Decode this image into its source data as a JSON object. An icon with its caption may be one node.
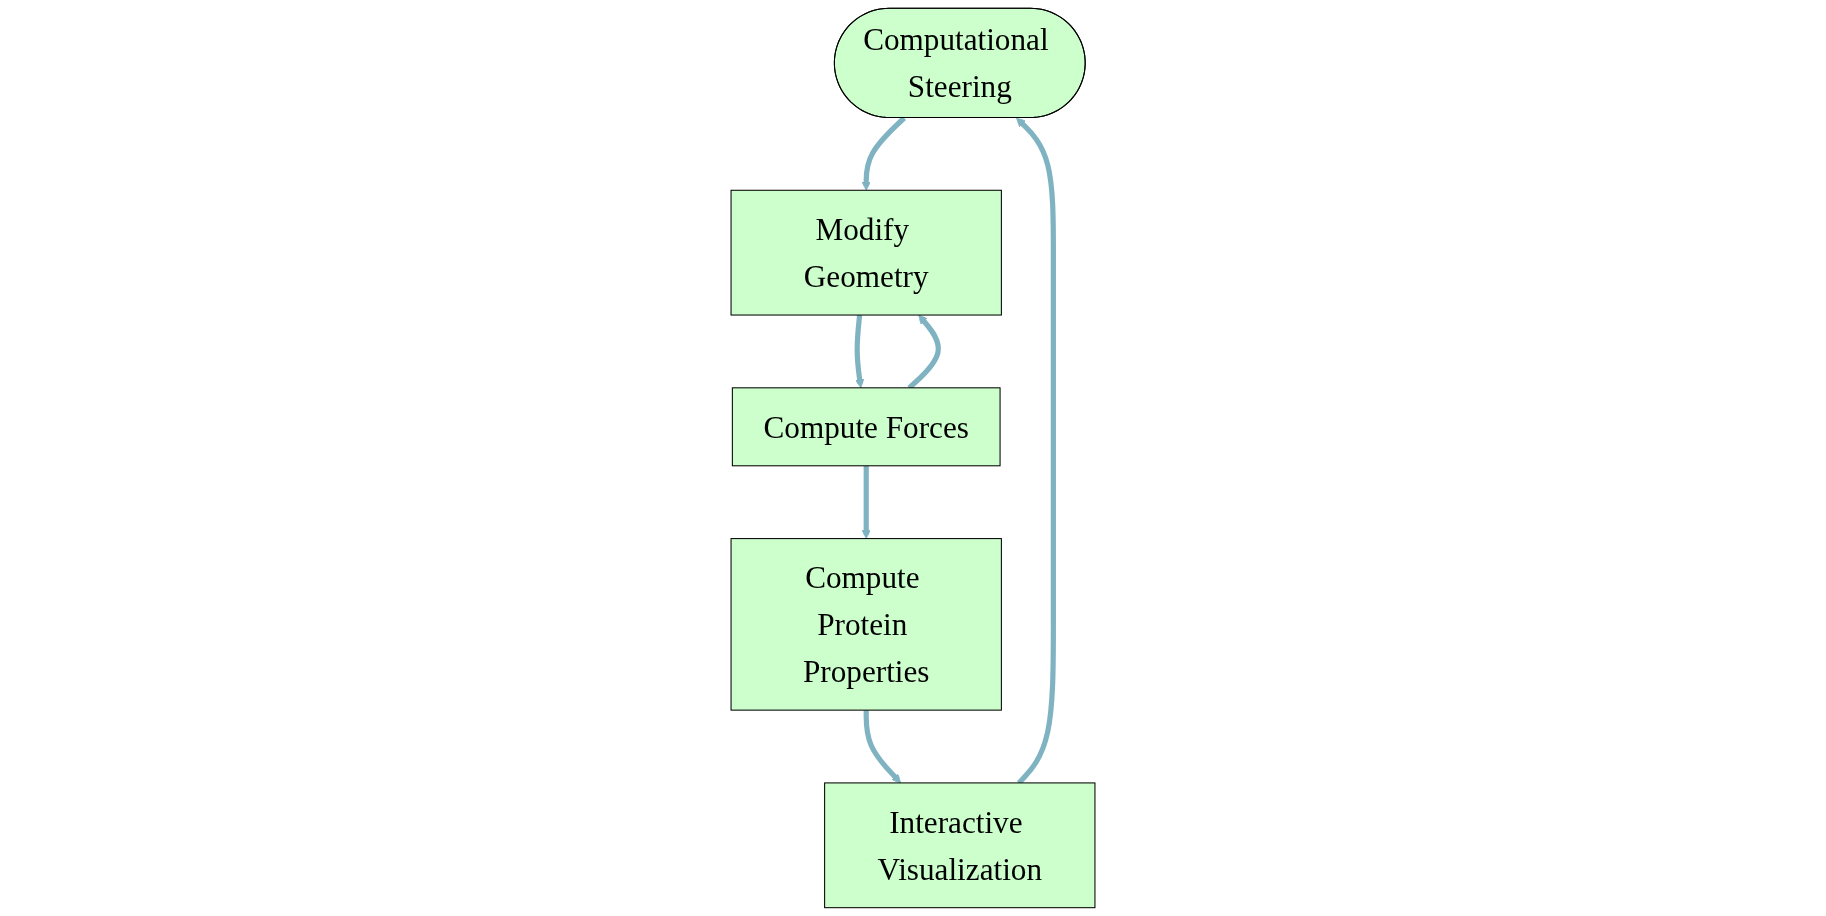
{
  "diagram": {
    "nodes": [
      {
        "text": [
          "Computational Steering"
        ]
      },
      {
        "text": [
          "Modify Geometry"
        ]
      },
      {
        "text": [
          "Compute Forces"
        ]
      },
      {
        "text": [
          "Compute Protein Properties"
        ]
      },
      {
        "text": [
          "Interactive Visualization"
        ]
      }
    ],
    "edges": [
      {
        "from": 0,
        "to": 1,
        "arrow": "to"
      },
      {
        "from": 1,
        "to": 2,
        "arrow": "to"
      },
      {
        "from": 2,
        "to": 1,
        "arrow": "to"
      },
      {
        "from": 2,
        "to": 3,
        "arrow": "to"
      },
      {
        "from": 3,
        "to": 4,
        "arrow": "to"
      },
      {
        "from": 4,
        "to": 0,
        "arrow": "to"
      }
    ]
  }
}
